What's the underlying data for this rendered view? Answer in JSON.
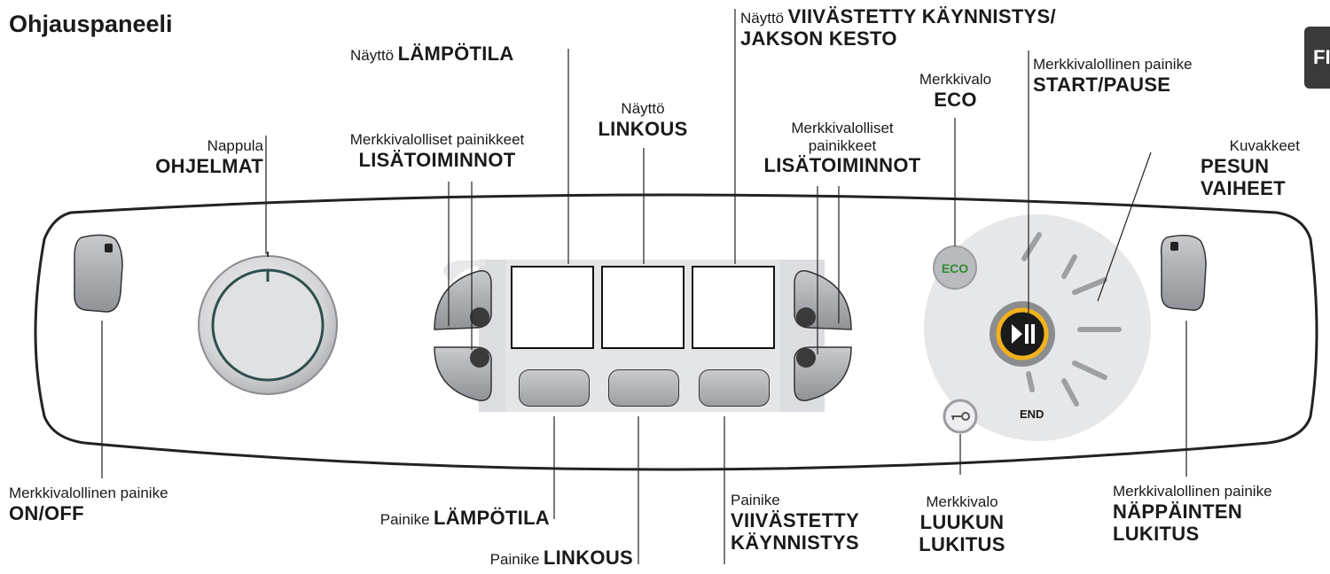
{
  "title": "Ohjauspaneeli",
  "lang_tag": "FI",
  "labels": {
    "display_temp": {
      "prefix": "Näyttö",
      "name": "LÄMPÖTILA"
    },
    "display_delay": {
      "prefix": "Näyttö",
      "name_line1": "VIIVÄSTETTY KÄYNNISTYS/",
      "name_line2": "JAKSON KESTO"
    },
    "display_spin": {
      "prefix": "Näyttö",
      "name": "LINKOUS"
    },
    "knob": {
      "prefix": "Nappula",
      "name": "OHJELMAT"
    },
    "options_left": {
      "prefix": "Merkkivalolliset painikkeet",
      "name": "LISÄTOIMINNOT"
    },
    "options_right": {
      "prefix_line1": "Merkkivalolliset",
      "prefix_line2": "painikkeet",
      "name": "LISÄTOIMINNOT"
    },
    "eco": {
      "prefix": "Merkkivalo",
      "name": "ECO"
    },
    "start_pause": {
      "prefix": "Merkkivalollinen painike",
      "name": "START/PAUSE"
    },
    "wash_phases": {
      "prefix": "Kuvakkeet",
      "name_line1": "PESUN",
      "name_line2": "VAIHEET"
    },
    "on_off": {
      "prefix": "Merkkivalollinen painike",
      "name": "ON/OFF"
    },
    "button_temp": {
      "prefix": "Painike",
      "name": "LÄMPÖTILA"
    },
    "button_spin": {
      "prefix": "Painike",
      "name": "LINKOUS"
    },
    "button_delay": {
      "prefix": "Painike",
      "name_line1": "VIIVÄSTETTY",
      "name_line2": "KÄYNNISTYS"
    },
    "door_lock": {
      "prefix": "Merkkivalo",
      "name_line1": "LUUKUN",
      "name_line2": "LUKITUS"
    },
    "key_lock": {
      "prefix": "Merkkivalollinen painike",
      "name_line1": "NÄPPÄINTEN",
      "name_line2": "LUKITUS"
    }
  },
  "panel": {
    "eco_text": "ECO",
    "end_text": "END"
  },
  "colors": {
    "eco_green": "#2e8b2e",
    "start_ring": "#f2b21c",
    "panel_gray": "#d9dadc"
  }
}
